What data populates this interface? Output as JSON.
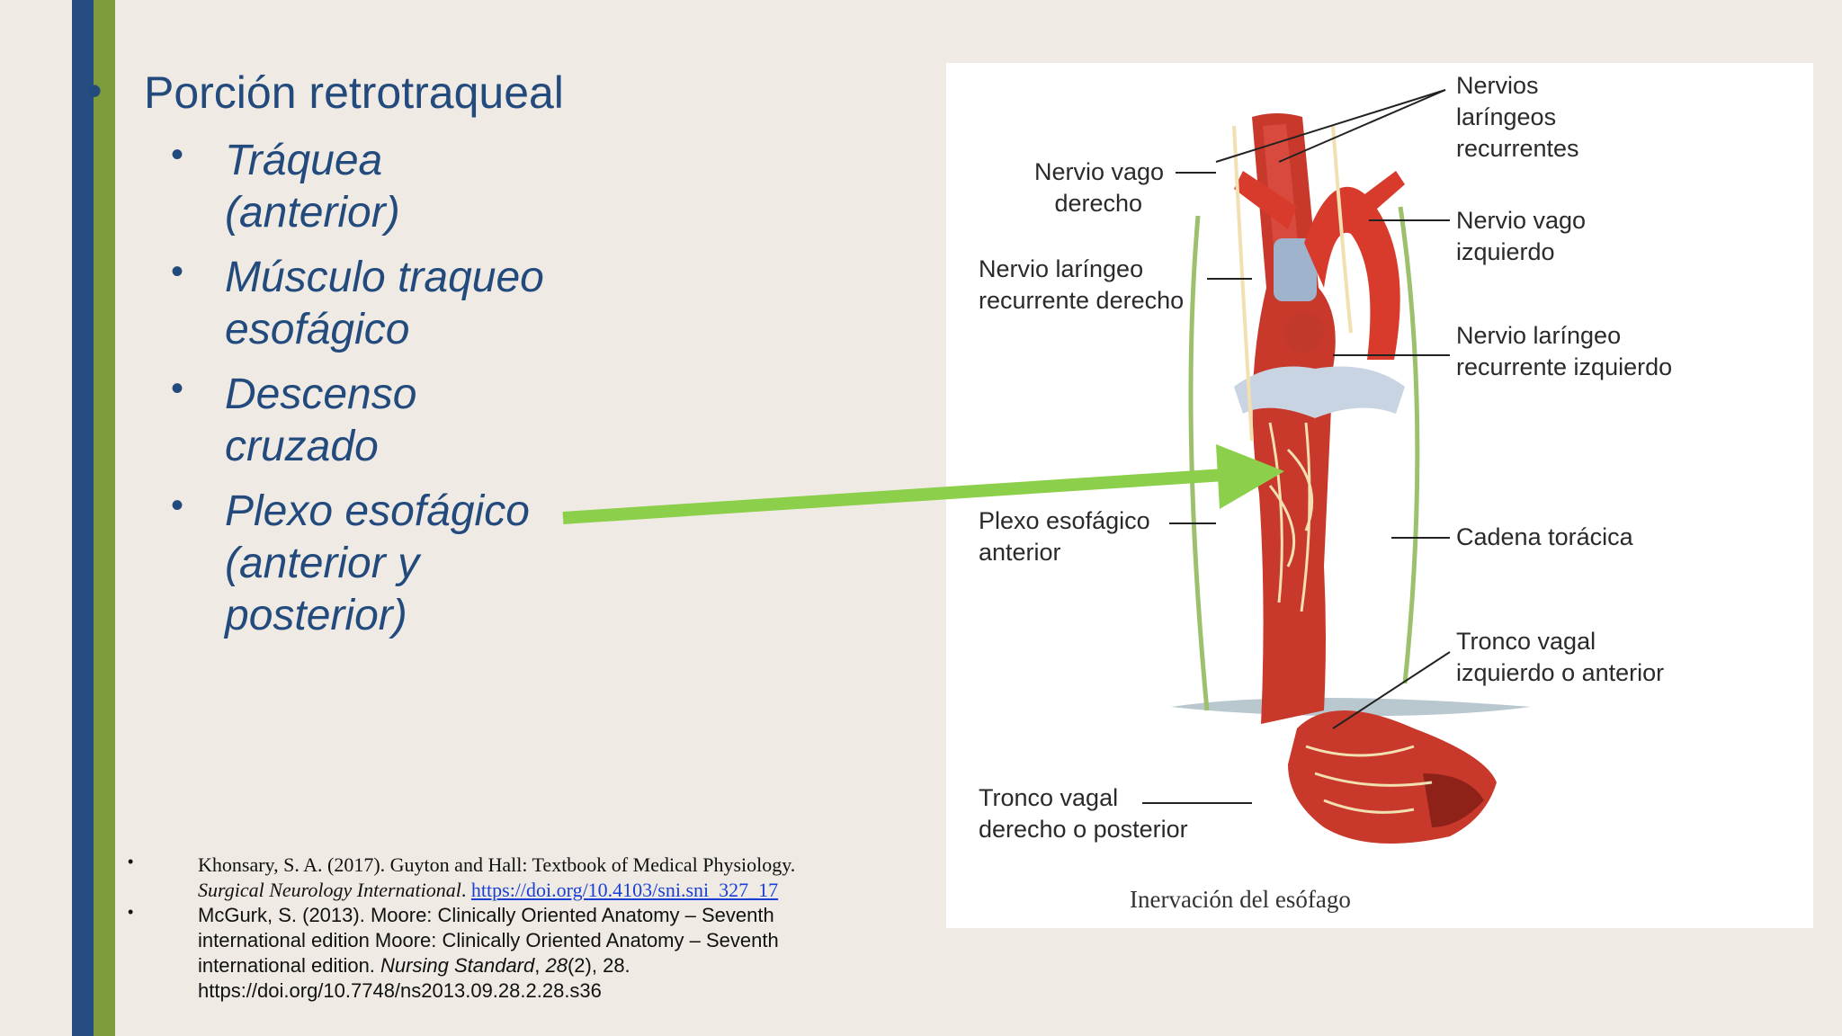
{
  "slide": {
    "heading": "Porción retrotraqueal",
    "items": [
      {
        "line1": "Tráquea",
        "line2": "(anterior)"
      },
      {
        "line1": "Músculo traqueo",
        "line2": "esofágico"
      },
      {
        "line1": "Descenso",
        "line2": "cruzado"
      },
      {
        "line1": "Plexo esofágico",
        "line2": "(anterior y",
        "line3": "posterior)"
      }
    ],
    "bullet": "•",
    "accent_blue": "#264d82",
    "accent_green": "#7e9c3d",
    "arrow_color": "#8ccf4a"
  },
  "references": [
    {
      "text1": "Khonsary, S. A. (2017). Guyton and Hall: Textbook of Medical Physiology.",
      "journal": "Surgical Neurology International",
      "sep": ". ",
      "link": "https://doi.org/10.4103/sni.sni_327_17"
    },
    {
      "text1": "McGurk, S. (2013). Moore: Clinically Oriented Anatomy – Seventh international edition Moore: Clinically Oriented Anatomy – Seventh international edition. ",
      "journal": "Nursing Standard",
      "sep1": ", ",
      "volume": "28",
      "rest": "(2), 28.",
      "doi": "https://doi.org/10.7748/ns2013.09.28.2.28.s36"
    }
  ],
  "figure": {
    "labels": {
      "nervios_laringeos": "Nervios\nlaríngeos\nrecurrentes",
      "vago_derecho": "Nervio vago\n   derecho",
      "vago_izquierdo": "Nervio vago\nizquierdo",
      "laringeo_derecho": "Nervio laríngeo\nrecurrente derecho",
      "laringeo_izquierdo": "Nervio laríngeo\nrecurrente izquierdo",
      "plexo_anterior": "Plexo esofágico\nanterior",
      "cadena_toracica": "Cadena torácica",
      "tronco_izquierdo": "Tronco vagal\nizquierdo o anterior",
      "tronco_derecho": "Tronco vagal\nderecho o posterior"
    },
    "caption": "Inervación del esófago"
  }
}
